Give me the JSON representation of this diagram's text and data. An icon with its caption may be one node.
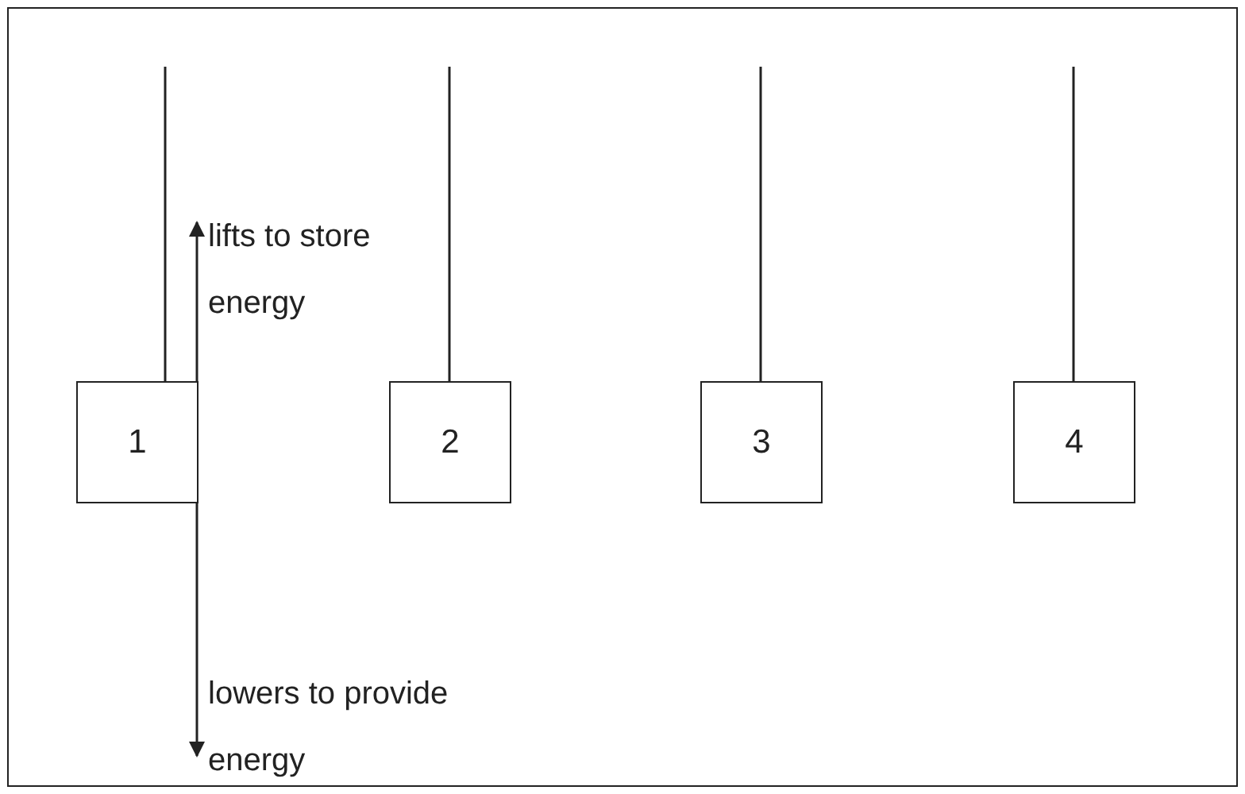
{
  "diagram": {
    "nodes": [
      {
        "text": [
          "1"
        ]
      },
      {
        "text": [
          "2"
        ]
      },
      {
        "text": [
          "3"
        ]
      },
      {
        "text": [
          "4"
        ]
      }
    ],
    "labels": [
      "lifts to store energy",
      "lowers to provide energy"
    ]
  }
}
